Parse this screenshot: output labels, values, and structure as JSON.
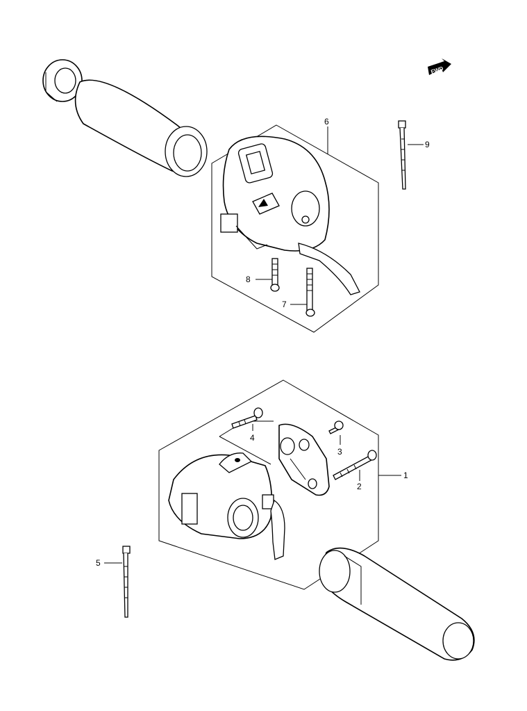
{
  "fwd_label": "FWD",
  "callouts": {
    "p1": "1",
    "p2": "2",
    "p3": "3",
    "p4": "4",
    "p5": "5",
    "p6": "6",
    "p7": "7",
    "p8": "8",
    "p9": "9"
  }
}
